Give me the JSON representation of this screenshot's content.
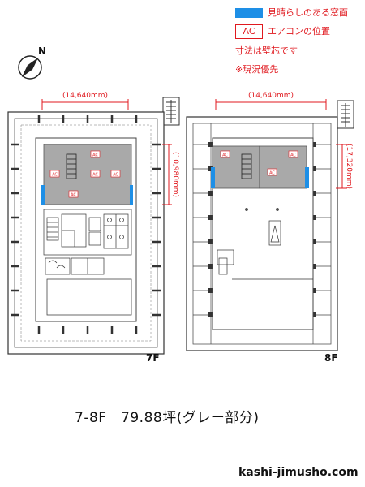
{
  "legend": {
    "window_view_label": "見晴らしのある窓面",
    "ac_code": "AC",
    "ac_label": "エアコンの位置",
    "wall_center_note": "寸法は壁芯です",
    "current_condition_note": "※現況優先",
    "window_color": "#1e8fe6",
    "accent_color": "#e0191f"
  },
  "compass": {
    "north_label": "N"
  },
  "floors": [
    {
      "label": "7F",
      "width_dim": "(14,640mm)",
      "depth_dim": "(10,980mm)",
      "ac_units": [
        "AC",
        "AC",
        "AC",
        "AC",
        "AC"
      ]
    },
    {
      "label": "8F",
      "width_dim": "(14,640mm)",
      "depth_dim": "(17,320mm)",
      "ac_units": [
        "AC",
        "AC",
        "AC"
      ]
    }
  ],
  "caption": "7-8F　79.88坪(グレー部分)",
  "site": "kashi-jimusho.com",
  "colors": {
    "leased_area": "#a9a9a9",
    "line": "#333333",
    "dimension": "#e0191f"
  }
}
